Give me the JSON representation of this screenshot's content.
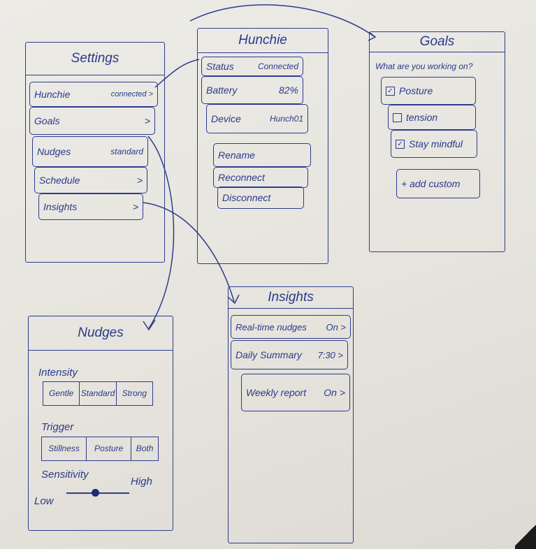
{
  "settings": {
    "title": "Settings",
    "rows": [
      {
        "label": "Hunchie",
        "value": "connected >"
      },
      {
        "label": "Goals",
        "value": ">"
      },
      {
        "label": "Nudges",
        "value": "standard"
      },
      {
        "label": "Schedule",
        "value": ">"
      },
      {
        "label": "Insights",
        "value": ">"
      }
    ]
  },
  "hunchie": {
    "title": "Hunchie",
    "info": [
      {
        "label": "Status",
        "value": "Connected"
      },
      {
        "label": "Battery",
        "value": "82%"
      },
      {
        "label": "Device",
        "value": "Hunch01"
      }
    ],
    "actions": [
      "Rename",
      "Reconnect",
      "Disconnect"
    ]
  },
  "goals": {
    "title": "Goals",
    "question": "What are you working on?",
    "options": [
      {
        "label": "Posture",
        "checked": true
      },
      {
        "label": "tension",
        "checked": false
      },
      {
        "label": "Stay mindful",
        "checked": true
      }
    ],
    "add_custom": "+ add custom"
  },
  "nudges": {
    "title": "Nudges",
    "intensity_label": "Intensity",
    "intensity_options": [
      "Gentle",
      "Standard",
      "Strong"
    ],
    "trigger_label": "Trigger",
    "trigger_options": [
      "Stillness",
      "Posture",
      "Both"
    ],
    "sensitivity_label": "Sensitivity",
    "sensitivity_low": "Low",
    "sensitivity_high": "High",
    "sensitivity_value": 0.45
  },
  "insights": {
    "title": "Insights",
    "rows": [
      {
        "label": "Real-time nudges",
        "value": "On >"
      },
      {
        "label": "Daily Summary",
        "value": "7:30 >"
      },
      {
        "label": "Weekly report",
        "value": "On >"
      }
    ]
  },
  "colors": {
    "ink": "#2d3c8e",
    "paper": "#e8e6e0"
  }
}
